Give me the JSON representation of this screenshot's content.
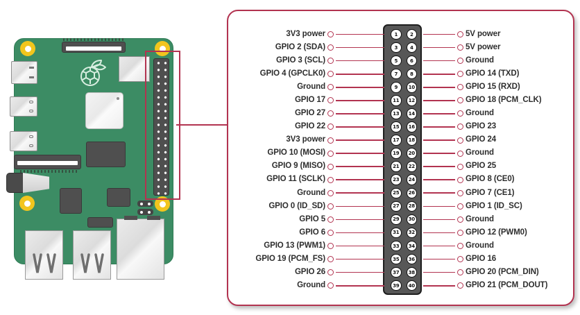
{
  "colors": {
    "accent": "#b23350",
    "board_green": "#3c8c64",
    "component_dark": "#4f4f4f",
    "mount_hole_yellow": "#f2c51d",
    "header_body": "#575757",
    "label_text": "#2d2d2d"
  },
  "board": {
    "name": "raspberry-pi-board",
    "components": [
      "mounting-hole",
      "display-connector",
      "raspberry-pi-logo",
      "wifi-module",
      "soc-chip",
      "usb-power-port",
      "micro-hdmi-port",
      "camera-connector",
      "audio-jack",
      "ram-chip",
      "smd-chip",
      "poe-header",
      "gpio-header",
      "usb-a-stack",
      "ethernet-port"
    ]
  },
  "pinout": {
    "rows": [
      {
        "left": "3V3 power",
        "pin_left": "1",
        "pin_right": "2",
        "right": "5V power"
      },
      {
        "left": "GPIO 2 (SDA)",
        "pin_left": "3",
        "pin_right": "4",
        "right": "5V power"
      },
      {
        "left": "GPIO 3 (SCL)",
        "pin_left": "5",
        "pin_right": "6",
        "right": "Ground"
      },
      {
        "left": "GPIO 4 (GPCLK0)",
        "pin_left": "7",
        "pin_right": "8",
        "right": "GPIO 14 (TXD)"
      },
      {
        "left": "Ground",
        "pin_left": "9",
        "pin_right": "10",
        "right": "GPIO 15 (RXD)"
      },
      {
        "left": "GPIO 17",
        "pin_left": "11",
        "pin_right": "12",
        "right": "GPIO 18 (PCM_CLK)"
      },
      {
        "left": "GPIO 27",
        "pin_left": "13",
        "pin_right": "14",
        "right": "Ground"
      },
      {
        "left": "GPIO 22",
        "pin_left": "15",
        "pin_right": "16",
        "right": "GPIO 23"
      },
      {
        "left": "3V3 power",
        "pin_left": "17",
        "pin_right": "18",
        "right": "GPIO 24"
      },
      {
        "left": "GPIO 10 (MOSI)",
        "pin_left": "19",
        "pin_right": "20",
        "right": "Ground"
      },
      {
        "left": "GPIO 9 (MISO)",
        "pin_left": "21",
        "pin_right": "22",
        "right": "GPIO 25"
      },
      {
        "left": "GPIO 11 (SCLK)",
        "pin_left": "23",
        "pin_right": "24",
        "right": "GPIO 8 (CE0)"
      },
      {
        "left": "Ground",
        "pin_left": "25",
        "pin_right": "26",
        "right": "GPIO 7 (CE1)"
      },
      {
        "left": "GPIO 0 (ID_SD)",
        "pin_left": "27",
        "pin_right": "28",
        "right": "GPIO 1 (ID_SC)"
      },
      {
        "left": "GPIO 5",
        "pin_left": "29",
        "pin_right": "30",
        "right": "Ground"
      },
      {
        "left": "GPIO 6",
        "pin_left": "31",
        "pin_right": "32",
        "right": "GPIO 12 (PWM0)"
      },
      {
        "left": "GPIO 13 (PWM1)",
        "pin_left": "33",
        "pin_right": "34",
        "right": "Ground"
      },
      {
        "left": "GPIO 19 (PCM_FS)",
        "pin_left": "35",
        "pin_right": "36",
        "right": "GPIO 16"
      },
      {
        "left": "GPIO 26",
        "pin_left": "37",
        "pin_right": "38",
        "right": "GPIO 20 (PCM_DIN)"
      },
      {
        "left": "Ground",
        "pin_left": "39",
        "pin_right": "40",
        "right": "GPIO 21 (PCM_DOUT)"
      }
    ]
  }
}
